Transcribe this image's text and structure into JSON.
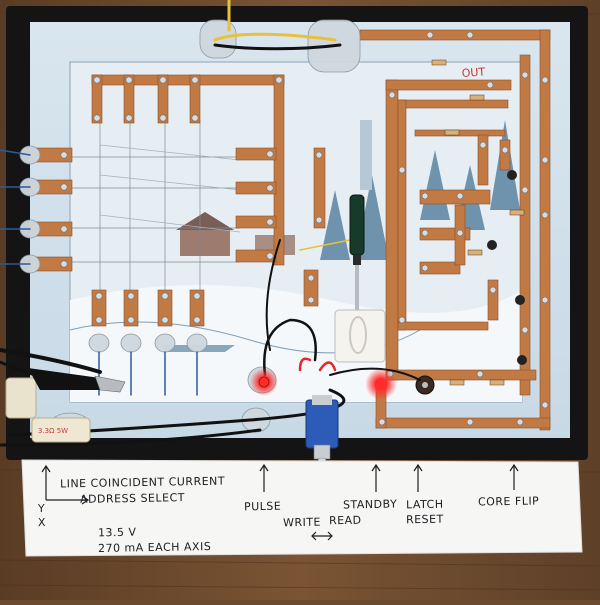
{
  "labels": {
    "title_line1": "LINE COINCIDENT CURRENT",
    "title_line2": "ADDRESS SELECT",
    "axis_y": "Y",
    "axis_x": "X",
    "voltage": "13.5 V",
    "current": "270 mA EACH AXIS",
    "pulse": "PULSE",
    "write": "WRITE",
    "read": "READ",
    "standby": "STANDBY",
    "latch": "LATCH",
    "reset": "RESET",
    "core_flip": "CORE FLIP",
    "board_out": "OUT",
    "resistor_text": "3.3Ω 5W"
  },
  "colors": {
    "copper": "#c27a45",
    "frame": "#141414",
    "led_red": "#ff2a2a",
    "paper": "#f6f6f4"
  }
}
